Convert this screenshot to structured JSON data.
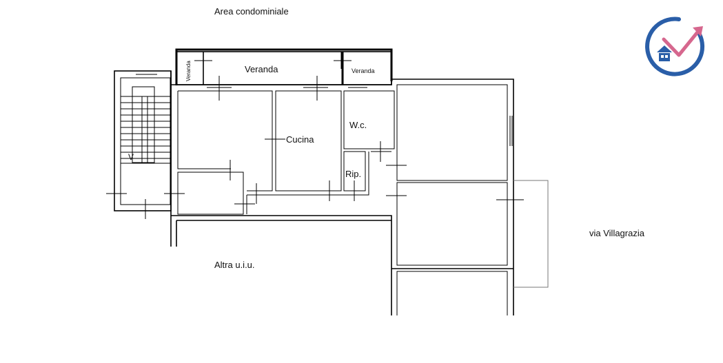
{
  "labels": {
    "area_condominiale": "Area condominiale",
    "veranda_small_left": "Veranda",
    "veranda_main": "Veranda",
    "veranda_small_right": "Veranda",
    "cucina": "Cucina",
    "wc": "W.c.",
    "rip": "Rip.",
    "stair_mark": "V",
    "altra_uiu": "Altra u.i.u.",
    "via_villagrazia": "via Villagrazia"
  },
  "colors": {
    "wall": "#000000",
    "logo_ring": "#2a5ea8",
    "logo_arrow": "#d6678e",
    "logo_house": "#2a5ea8"
  },
  "icons": {
    "logo": "house-growth-arrow-logo-icon"
  }
}
